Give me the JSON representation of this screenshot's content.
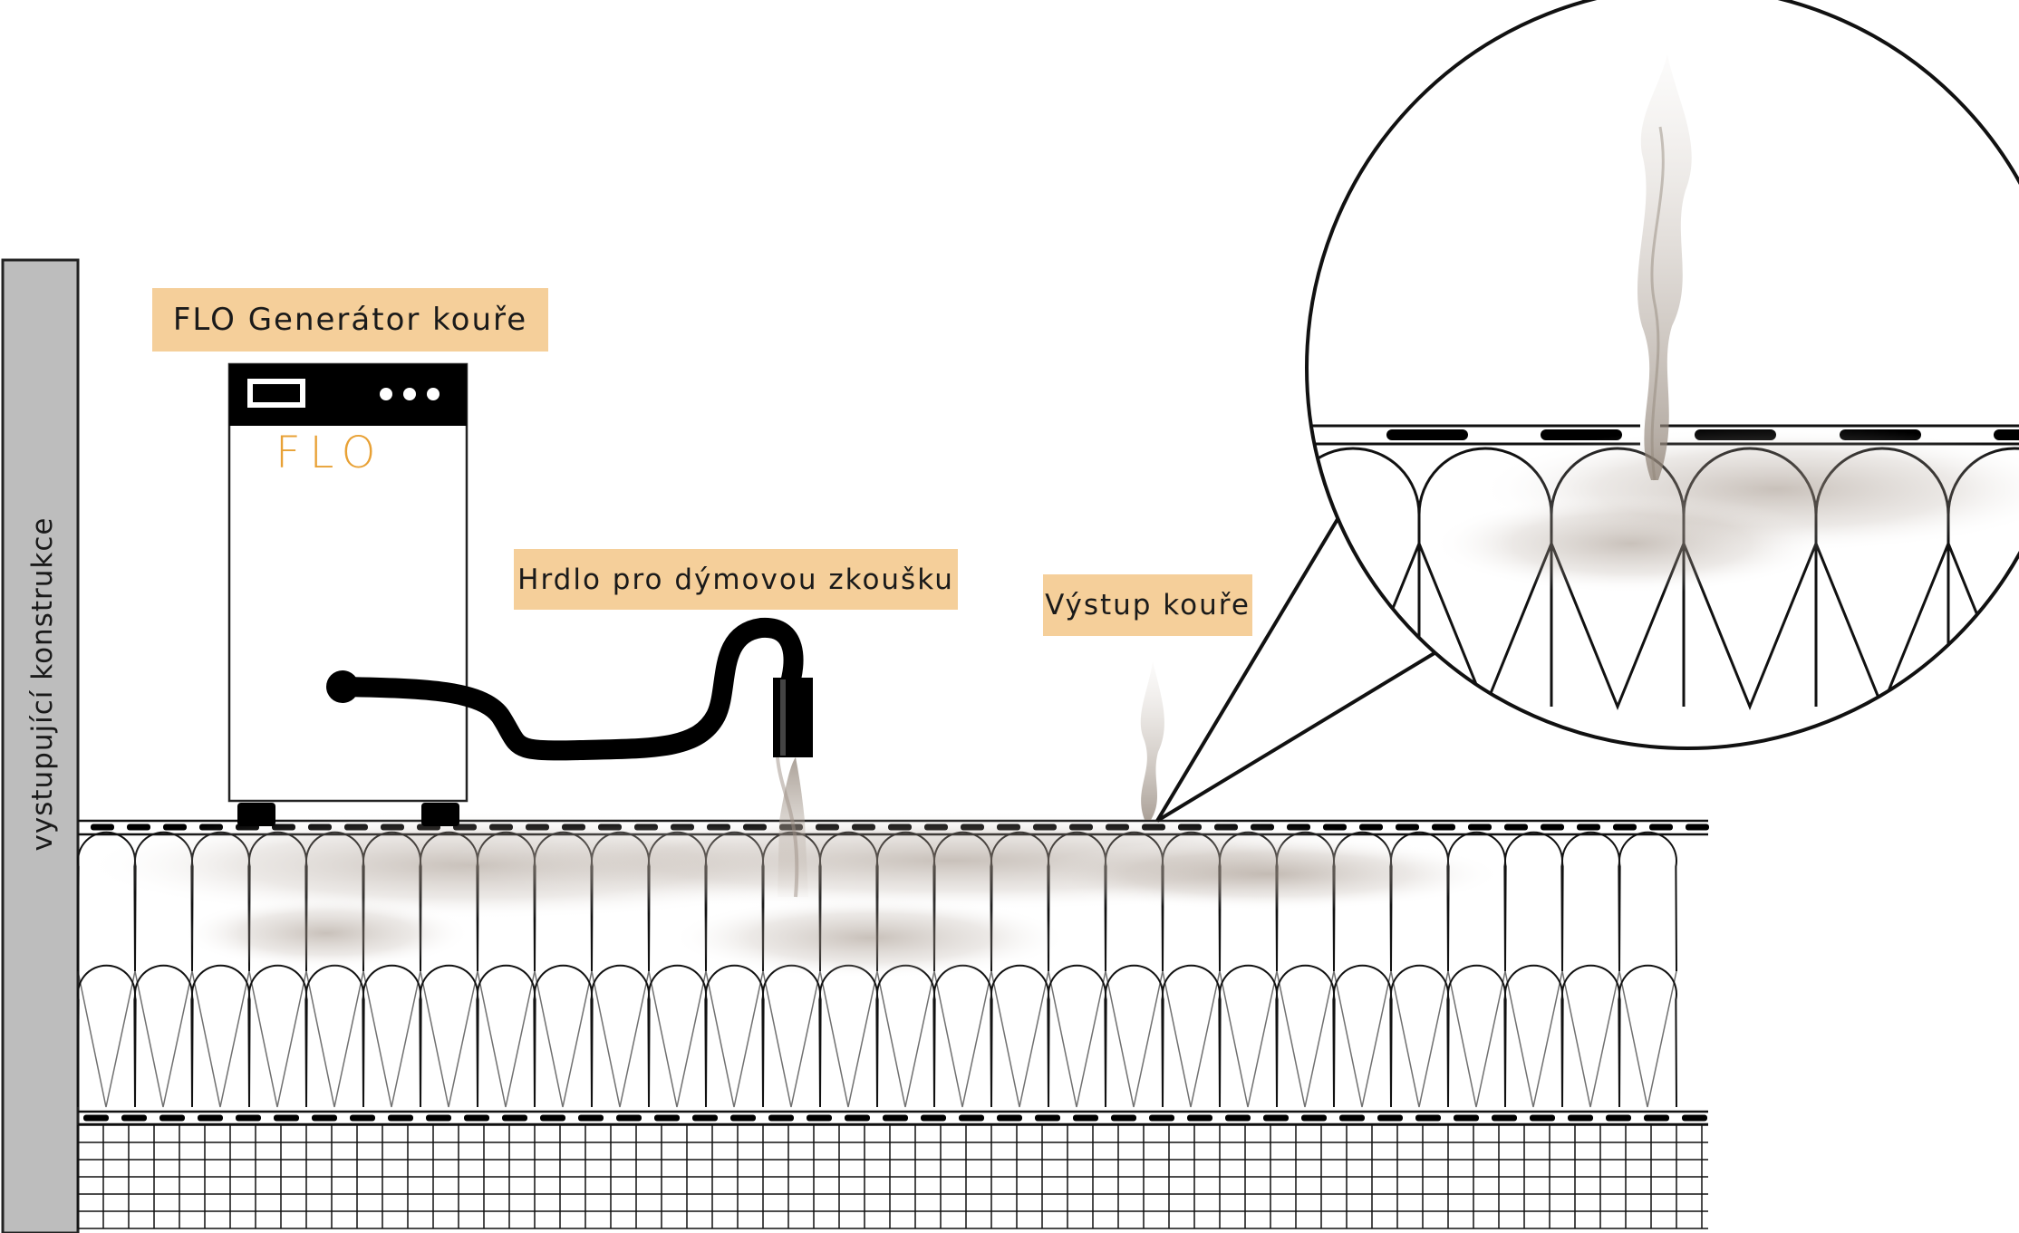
{
  "labels": {
    "generator": "FLO Generátor kouře",
    "nozzle": "Hrdlo pro dýmovou zkoušku",
    "smoke_exit": "Výstup kouře",
    "wall": "vystupující konstrukce"
  },
  "device": {
    "brand": "FLO"
  },
  "colors": {
    "callout_bg": "#f5cf9a",
    "wall_fill": "#bdbdbd",
    "brand_orange": "#e8a135",
    "smoke": "#a8988a",
    "ink": "#111111"
  }
}
